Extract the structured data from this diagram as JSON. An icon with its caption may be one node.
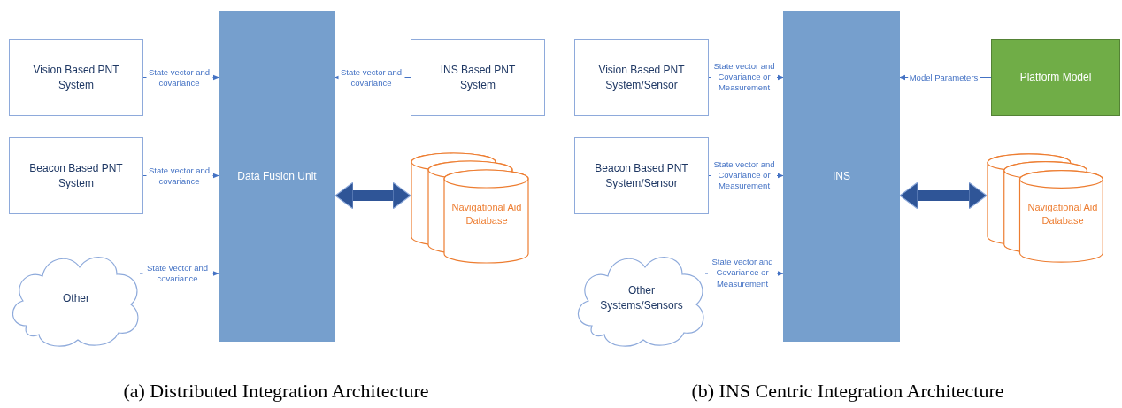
{
  "diagram": {
    "nodes": [
      {
        "text": [
          "Vision Based PNT System"
        ]
      },
      {
        "text": [
          "Beacon Based PNT System"
        ]
      },
      {
        "text": [
          "Other"
        ]
      },
      {
        "text": [
          "Data Fusion Unit"
        ]
      },
      {
        "text": [
          "INS Based PNT System"
        ]
      },
      {
        "text": [
          "Navigational Aid Database"
        ]
      },
      {
        "text": [
          "Vision Based PNT System/Sensor"
        ]
      },
      {
        "text": [
          "Beacon Based PNT System/Sensor"
        ]
      },
      {
        "text": [
          "Other Systems/Sensors"
        ]
      },
      {
        "text": [
          "INS"
        ]
      },
      {
        "text": [
          "Platform Model"
        ]
      },
      {
        "text": [
          "Navigational Aid Database"
        ]
      }
    ],
    "edges": [
      {
        "from": 0,
        "to": 3,
        "arrow": "to",
        "label": "State vector and covariance"
      },
      {
        "from": 4,
        "to": 3,
        "arrow": "to",
        "label": "State vector and covariance"
      },
      {
        "from": 1,
        "to": 3,
        "arrow": "to",
        "label": "State vector and covariance"
      },
      {
        "from": 2,
        "to": 3,
        "arrow": "to",
        "label": "State vector and covariance"
      },
      {
        "from": 3,
        "to": 5,
        "arrow": "both",
        "style": "thick"
      },
      {
        "from": 6,
        "to": 9,
        "arrow": "to",
        "label": "State vector and Covariance or Measurement"
      },
      {
        "from": 10,
        "to": 9,
        "arrow": "to",
        "label": "Model Parameters"
      },
      {
        "from": 7,
        "to": 9,
        "arrow": "to",
        "label": "State vector and Covariance or Measurement"
      },
      {
        "from": 8,
        "to": 9,
        "arrow": "to",
        "label": "State vector and Covariance or Measurement"
      },
      {
        "from": 9,
        "to": 11,
        "arrow": "both",
        "style": "thick"
      }
    ],
    "labels": [
      "(a) Distributed Integration Architecture",
      "(b) INS Centric Integration Architecture"
    ]
  }
}
